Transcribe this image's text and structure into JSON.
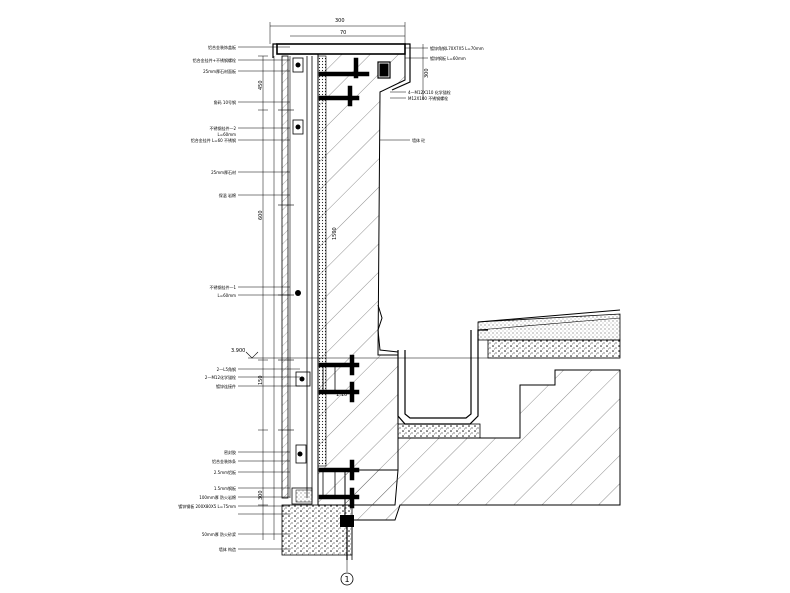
{
  "drawing": {
    "top_dims": [
      "300",
      "70"
    ],
    "right_dims": [
      "300"
    ],
    "left_dims": [
      "450",
      "600",
      "150",
      "300"
    ],
    "inner_dims": [
      "1500",
      "1:10"
    ],
    "level_mark": "3.900",
    "grid_axis": "1",
    "labels_left": [
      "铝合金装饰盖板",
      "铝合金挂件+不锈钢螺栓",
      "25mm厚石材面板",
      "角码 10号钢",
      "不锈钢挂件—2",
      "L=60mm",
      "铝合金挂件 L=60 不锈钢",
      "25mm厚石材",
      "保温 岩棉",
      "不锈钢挂件—1",
      "L=60mm",
      "2—L5角钢",
      "2—M12化学锚栓",
      "镀锌连接件",
      "密封胶",
      "铝合金装饰条",
      "2.5mm铝板",
      "1.5mm钢板",
      "100mm厚 防火岩棉",
      "镀锌钢板 200X80X5 L=75mm",
      "50mm厚 防火砂浆",
      "墙体 构造"
    ],
    "labels_right": [
      "镀锌角钢L70X7X5 L=70mm",
      "镀锌钢板 L=60mm",
      "4—M12X110 化学锚栓",
      "M12X100 不锈钢螺栓",
      "墙体 砼"
    ]
  }
}
